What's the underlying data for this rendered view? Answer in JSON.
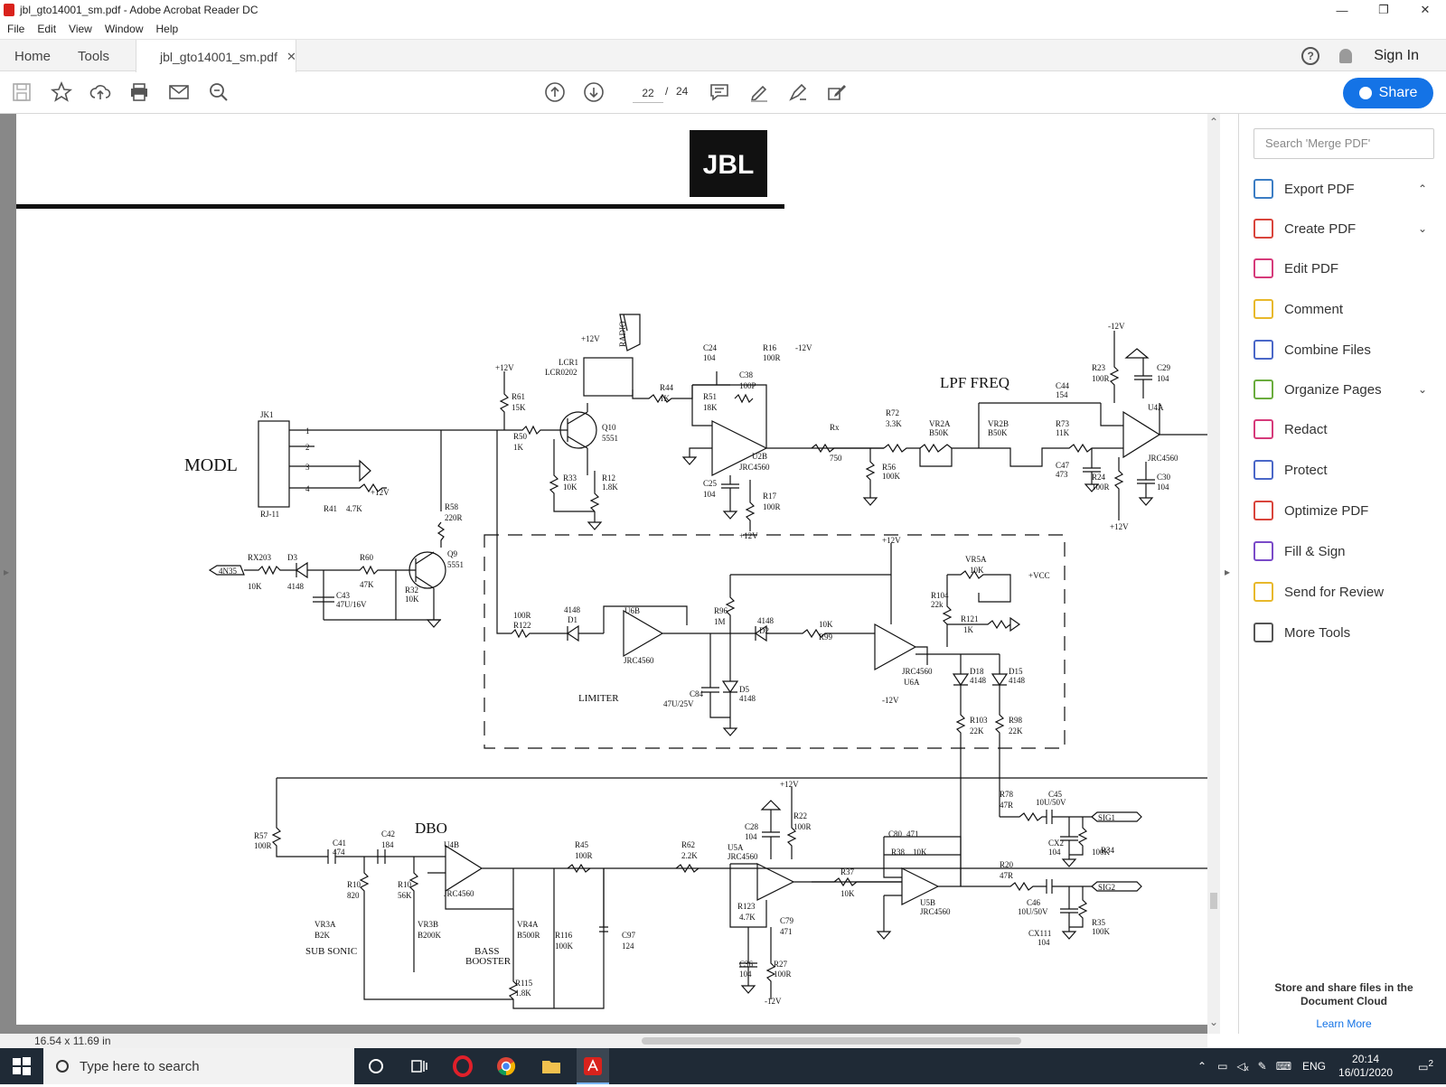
{
  "window": {
    "title": "jbl_gto14001_sm.pdf - Adobe Acrobat Reader DC",
    "minimize": "—",
    "maximize": "❐",
    "close": "✕"
  },
  "menu": [
    "File",
    "Edit",
    "View",
    "Window",
    "Help"
  ],
  "tabs": {
    "home": "Home",
    "tools": "Tools",
    "document": "jbl_gto14001_sm.pdf",
    "close_glyph": "✕",
    "help_glyph": "?",
    "signin": "Sign In"
  },
  "toolbar": {
    "page_current": "22",
    "page_separator": "/",
    "page_total": "24",
    "share": "Share"
  },
  "document": {
    "page_size": "16.54 x 11.69 in",
    "logo": "JBL",
    "labels": {
      "modl": "MODL",
      "lpf_freq": "LPF FREQ",
      "limiter": "LIMITER",
      "dbo": "DBO",
      "sub_sonic": "SUB SONIC",
      "bass": "BASS",
      "booster": "BOOSTER",
      "radio": "RADIO",
      "vcc": "+VCC",
      "sig1": "SIG1",
      "sig2": "SIG2",
      "in": "4N35"
    }
  },
  "right_panel": {
    "search_placeholder": "Search 'Merge PDF'",
    "tools": [
      {
        "label": "Export PDF",
        "icon": "export-pdf-icon",
        "color": "#3b7dc4",
        "chevron": "up"
      },
      {
        "label": "Create PDF",
        "icon": "create-pdf-icon",
        "color": "#d9443b",
        "chevron": "down"
      },
      {
        "label": "Edit PDF",
        "icon": "edit-pdf-icon",
        "color": "#d63a7a",
        "chevron": ""
      },
      {
        "label": "Comment",
        "icon": "comment-icon",
        "color": "#e8b82a",
        "chevron": ""
      },
      {
        "label": "Combine Files",
        "icon": "combine-files-icon",
        "color": "#4a67c8",
        "chevron": ""
      },
      {
        "label": "Organize Pages",
        "icon": "organize-pages-icon",
        "color": "#6aac3d",
        "chevron": "down"
      },
      {
        "label": "Redact",
        "icon": "redact-icon",
        "color": "#d63a7a",
        "chevron": ""
      },
      {
        "label": "Protect",
        "icon": "protect-icon",
        "color": "#4a67c8",
        "chevron": ""
      },
      {
        "label": "Optimize PDF",
        "icon": "optimize-pdf-icon",
        "color": "#d9443b",
        "chevron": ""
      },
      {
        "label": "Fill & Sign",
        "icon": "fill-sign-icon",
        "color": "#7a4ac8",
        "chevron": ""
      },
      {
        "label": "Send for Review",
        "icon": "send-review-icon",
        "color": "#e8b82a",
        "chevron": ""
      },
      {
        "label": "More Tools",
        "icon": "more-tools-icon",
        "color": "#555555",
        "chevron": ""
      }
    ],
    "cloud_text": "Store and share files in the Document Cloud",
    "learn_more": "Learn More"
  },
  "taskbar": {
    "search_placeholder": "Type here to search",
    "lang": "ENG",
    "time": "20:14",
    "date": "16/01/2020",
    "notifications": "2"
  },
  "colors": {
    "accent": "#1473e6",
    "taskbar": "#1f2a36"
  }
}
